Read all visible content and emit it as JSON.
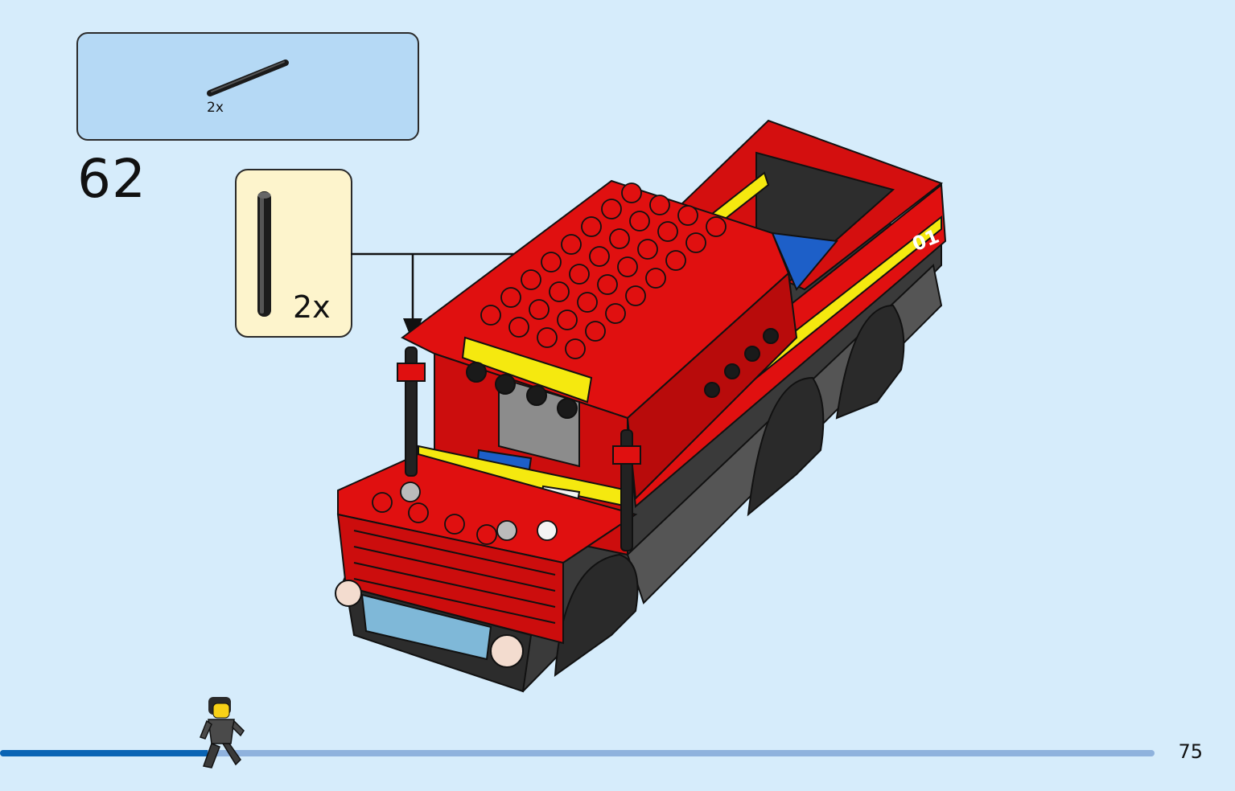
{
  "parts_list": {
    "items": [
      {
        "part": "black-bar",
        "qty": "2x"
      }
    ]
  },
  "step": {
    "number": "62"
  },
  "callout": {
    "part": "black-bar",
    "qty": "2x"
  },
  "model": {
    "decal_text": "01"
  },
  "progress": {
    "fraction": 0.18
  },
  "page": {
    "number": "75"
  },
  "colors": {
    "background": "#d6ecfb",
    "parts_box": "#b5d9f5",
    "callout_box": "#fdf4cc",
    "truck_red": "#e01010",
    "progress_fill": "#0a64b4",
    "progress_track": "#8fb2dd"
  }
}
